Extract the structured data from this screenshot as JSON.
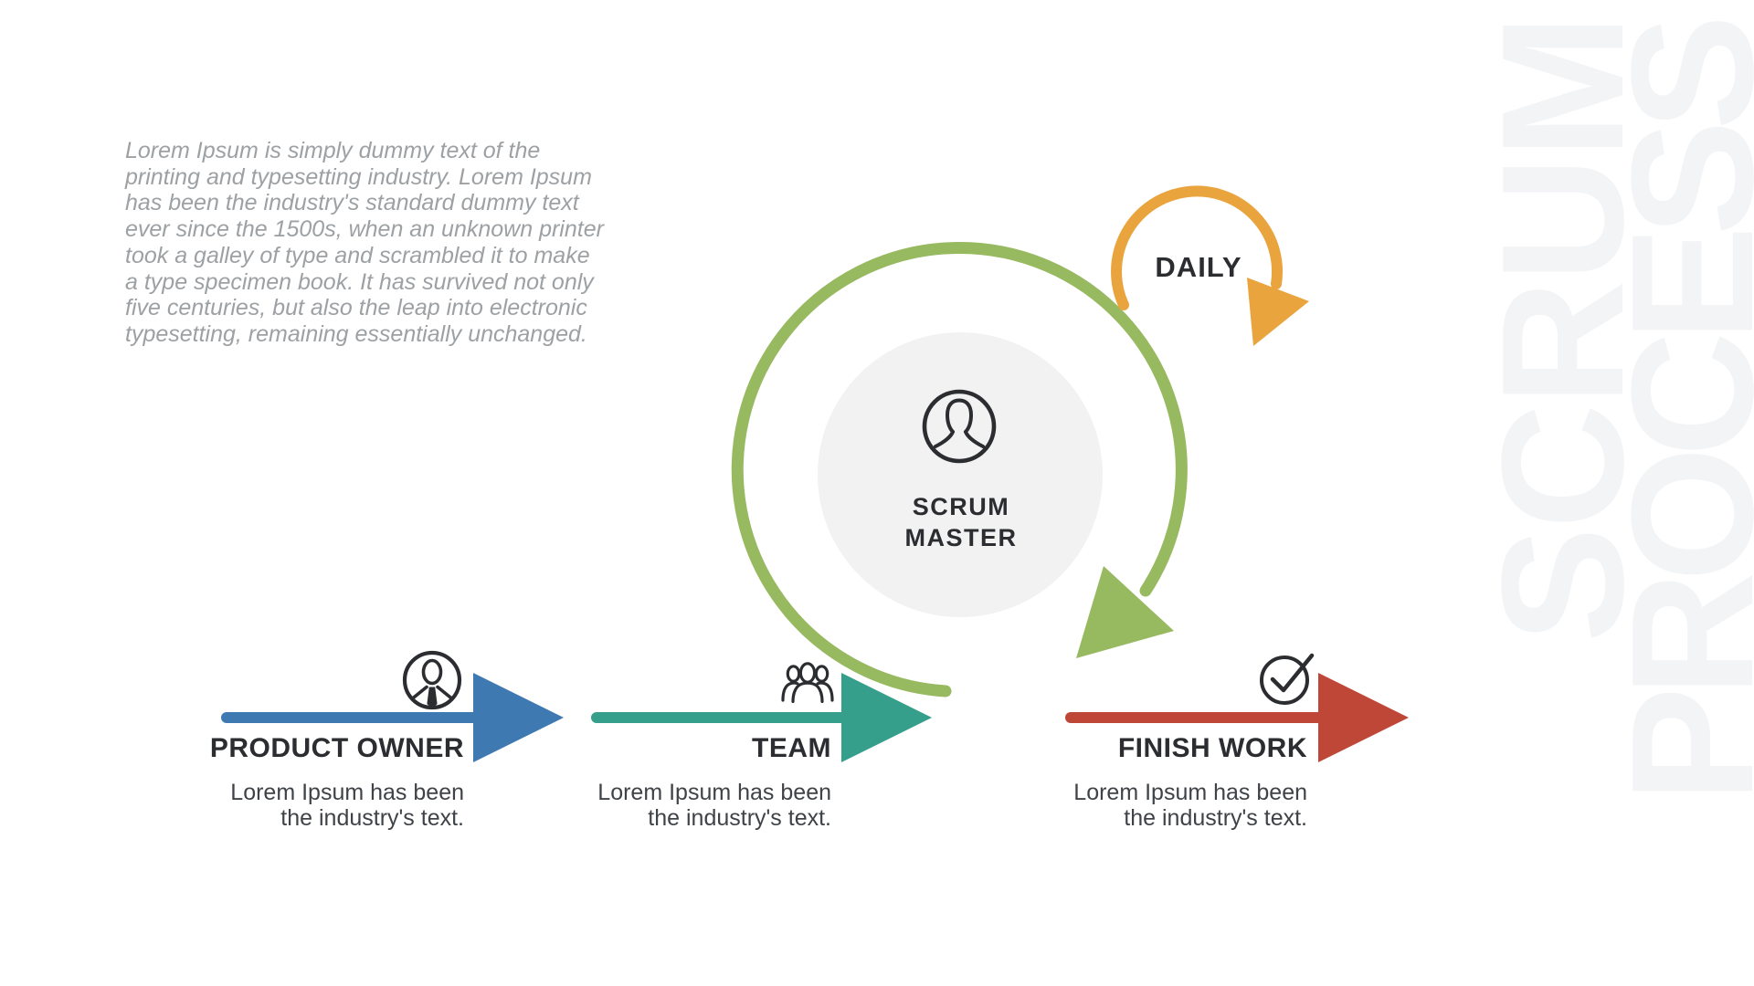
{
  "intro": {
    "lines": [
      "Lorem Ipsum is simply dummy text of the",
      "printing and typesetting industry. Lorem Ipsum",
      "has been the industry's standard dummy text",
      "ever since the 1500s, when an unknown printer",
      "took a galley of type and scrambled it to make",
      "a type specimen book. It has survived not only",
      "five centuries, but also the leap into electronic",
      "typesetting, remaining essentially unchanged."
    ]
  },
  "cycle": {
    "center_role_line1": "SCRUM",
    "center_role_line2": "MASTER",
    "daily_label": "DAILY"
  },
  "steps": [
    {
      "label": "PRODUCT OWNER",
      "desc_line1": "Lorem Ipsum has been",
      "desc_line2": "the industry's text.",
      "icon": "businessman-icon",
      "color": "#3e79b2"
    },
    {
      "label": "TEAM",
      "desc_line1": "Lorem Ipsum has been",
      "desc_line2": "the industry's text.",
      "icon": "team-icon",
      "color": "#369f8c"
    },
    {
      "label": "FINISH WORK",
      "desc_line1": "Lorem Ipsum has been",
      "desc_line2": "the industry's text.",
      "icon": "check-circle-icon",
      "color": "#bf4737"
    }
  ],
  "watermark": {
    "word1": "SCRUM",
    "word2": "PROCESS"
  },
  "colors": {
    "product_owner_blue": "#3e79b2",
    "team_teal": "#369f8c",
    "finish_work_red": "#bf4737",
    "sprint_cycle_green": "#97b960",
    "daily_orange": "#eaa43e",
    "center_circle_gray": "#f2f2f2",
    "heading_dark": "#2b2d30",
    "body_text": "#3f4347",
    "intro_muted": "#9da1a4",
    "watermark_gray": "#f3f4f6"
  }
}
